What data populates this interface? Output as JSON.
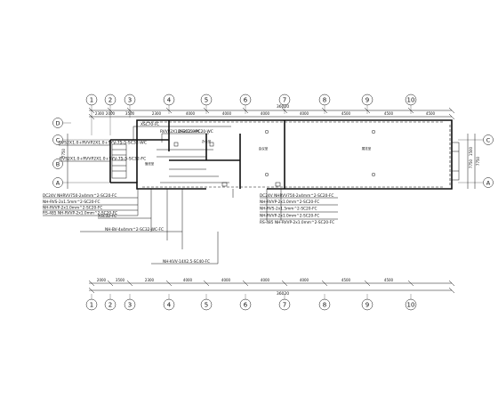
{
  "axes_top": [
    "1",
    "2",
    "3",
    "4",
    "5",
    "6",
    "7",
    "8",
    "9",
    "10"
  ],
  "axes_side": [
    "D",
    "C",
    "B",
    "A"
  ],
  "dims_top": [
    "2300",
    "2000",
    "3500",
    "2300",
    "4000",
    "4000",
    "4000",
    "4000",
    "4500",
    "4500",
    "4500"
  ],
  "dims_bottom": [
    "2000",
    "3500",
    "2300",
    "4000",
    "4000",
    "4000",
    "4000",
    "4500",
    "4500"
  ],
  "dim_total": "36020",
  "dims_right": [
    "1500",
    "7750",
    "7750"
  ],
  "room_labels": [
    "办公室",
    "会议室",
    "展览室",
    "值班室"
  ],
  "cable_labels": {
    "c1": "XSC70-FC",
    "c2": "RVS2X1.0+RVVP2X1.0+SYV-75-5-SC32-WC",
    "c3": "RVS2X1.0+RVVP2X1.0+SYV-75-5-SC32-FC",
    "c4": "RVVP2X1.0-SC25-WC",
    "c5": "DS2X1.0-PC20-WC",
    "c6": "XSC32-FC",
    "c7": "NH-BV-4x4mm^2-SC32-WC-FC",
    "c8": "NH-KVV-14X2.5-SC40-FC",
    "c9": "NH-RVS-2x1.5mm^2-SC20-FC",
    "c10": "NH-RVS-2x1.5mm^2-SC20-FC",
    "c11": "NH-RVVP-2x1.0mm^2-SC20-FC",
    "c12": "NH-RVVP-2x1.0mm^2-SC20-FC",
    "c13": "NH-RVVP-2x1.0mm^2-SC20-FC",
    "c14": "RS-485 NH-RVVP-2x1.0mm^2-SC20-FC",
    "c15": "DC24V NHRVV750-2x4mm^2-SC20-FC",
    "c16": "DC24V NHRVV750-2x4mm^2-SC20-FC",
    "c17": "RS-485 NH-RVVP-2x1.0mm^2-SC20-FC"
  }
}
